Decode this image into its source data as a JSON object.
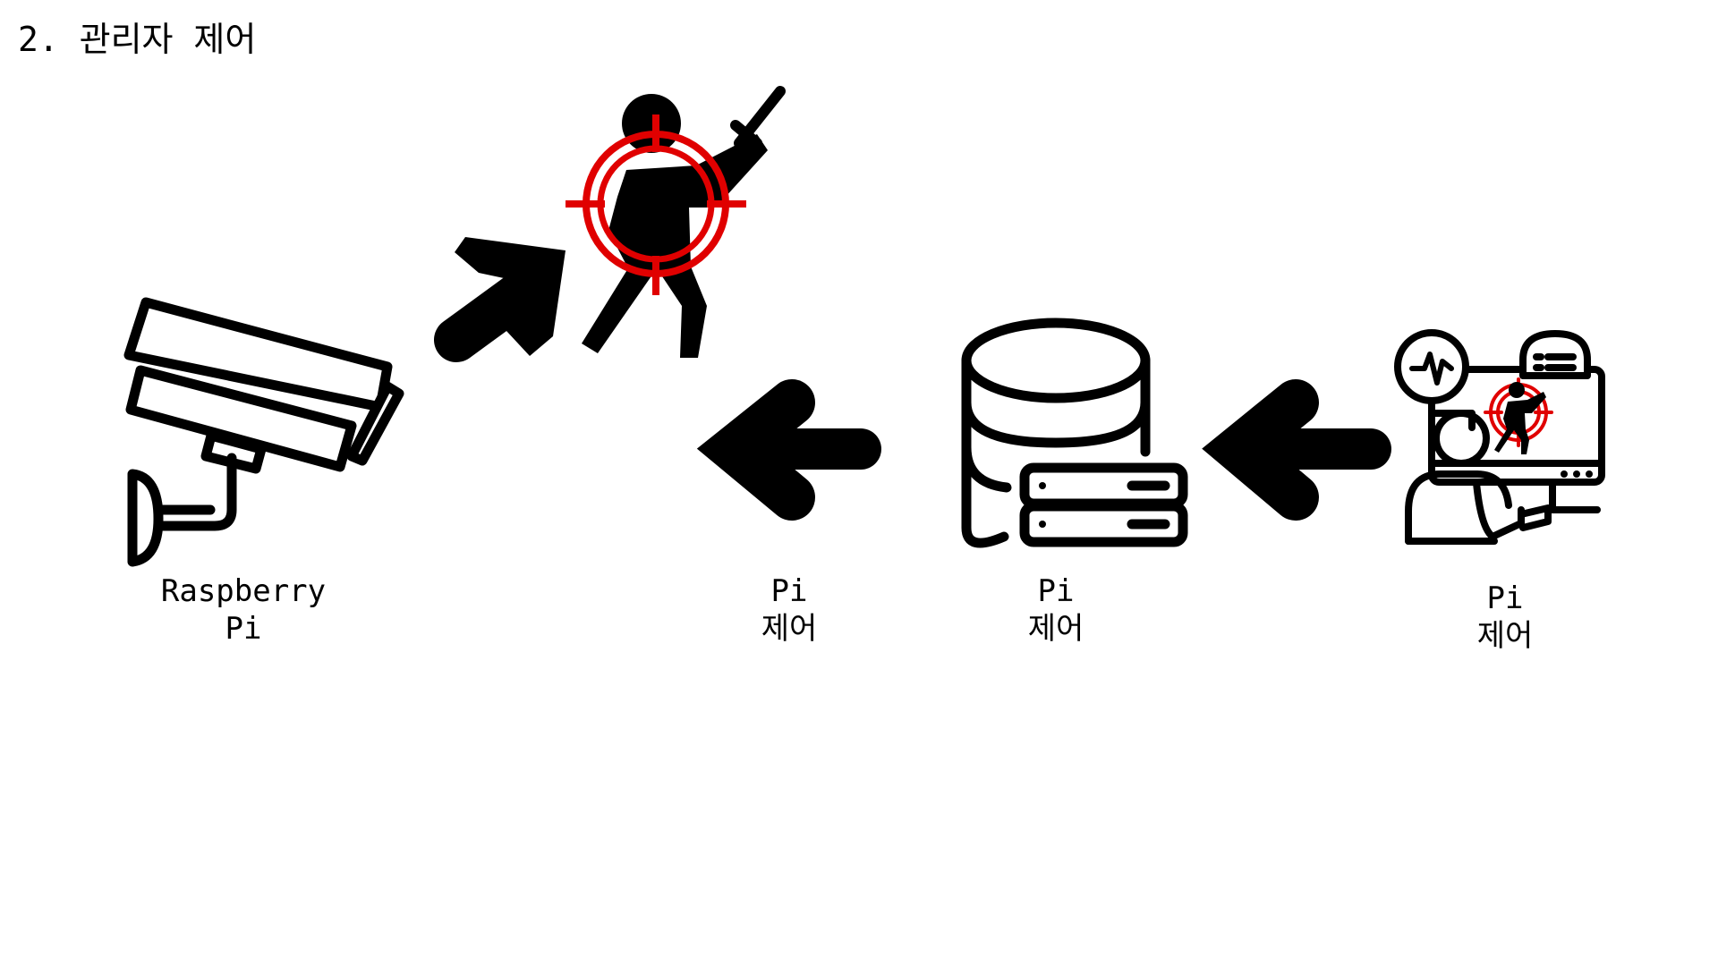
{
  "title": "2. 관리자 제어",
  "labels": {
    "camera": {
      "line1": "Raspberry",
      "line2": "Pi"
    },
    "arrow_control": {
      "line1": "Pi",
      "line2": "제어"
    },
    "server": {
      "line1": "Pi",
      "line2": "제어"
    },
    "admin": {
      "line1": "Pi",
      "line2": "제어"
    }
  },
  "icons": {
    "camera": "cctv-camera-icon",
    "intruder": "intruder-target-icon",
    "database": "database-server-icon",
    "admin": "admin-monitor-icon",
    "arrow_up_right": "arrow-up-right-icon",
    "arrow_left": "arrow-left-icon"
  },
  "colors": {
    "ink": "#000000",
    "target": "#e00000",
    "background": "#ffffff"
  }
}
